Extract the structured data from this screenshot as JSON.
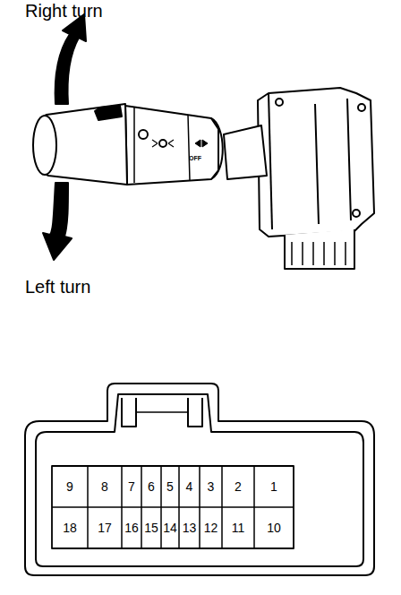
{
  "diagram": {
    "labels": [
      "Right turn",
      "Left turn",
      "OFF",
      "9",
      "8",
      "7",
      "6",
      "5",
      "4",
      "3",
      "2",
      "1",
      "18",
      "17",
      "16",
      "15",
      "14",
      "13",
      "12",
      "11",
      "10"
    ]
  }
}
